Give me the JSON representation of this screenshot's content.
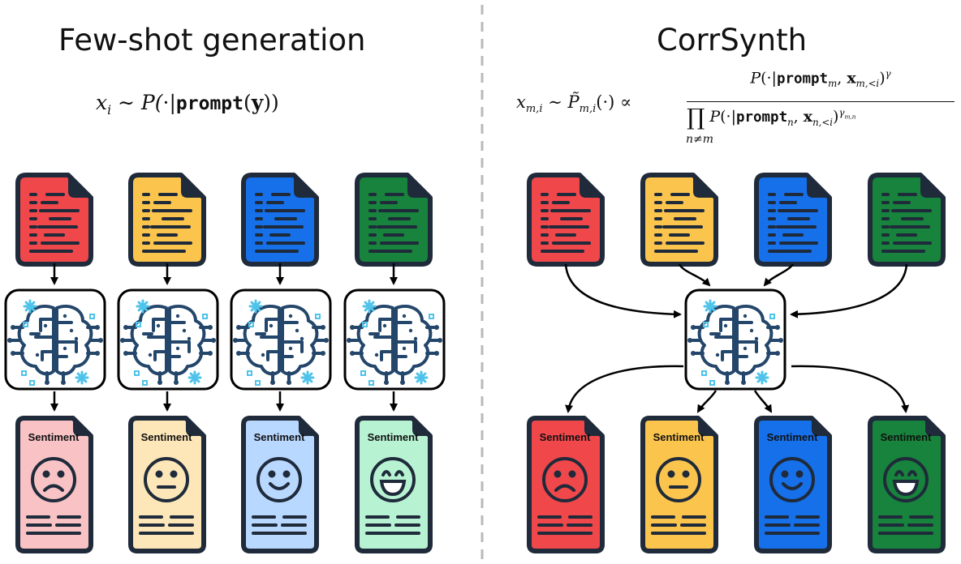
{
  "left_panel": {
    "title": "Few-shot generation",
    "doc_colors": [
      "#f0474b",
      "#fbc54d",
      "#1670ea",
      "#17833c"
    ],
    "output_colors": [
      "#f9c3c5",
      "#fde7b9",
      "#b9d8ff",
      "#b7f2d2"
    ],
    "faces": [
      "sad",
      "neutral",
      "happy",
      "excited"
    ]
  },
  "right_panel": {
    "title": "CorrSynth",
    "doc_colors": [
      "#f0474b",
      "#fbc54d",
      "#1670ea",
      "#17833c"
    ],
    "output_colors": [
      "#f0474b",
      "#fbc54d",
      "#1670ea",
      "#17833c"
    ],
    "faces": [
      "sad",
      "neutral",
      "happy",
      "excited"
    ]
  },
  "output_label": "Sentiment",
  "colors": {
    "ink": "#1f2a3a",
    "brain": "#23466a",
    "sparkle": "#4fc3ea",
    "divider": "#b9b9b9"
  },
  "icons": {
    "document": "document-icon",
    "model": "brain-circuit-icon",
    "output": "sentiment-document-icon"
  }
}
